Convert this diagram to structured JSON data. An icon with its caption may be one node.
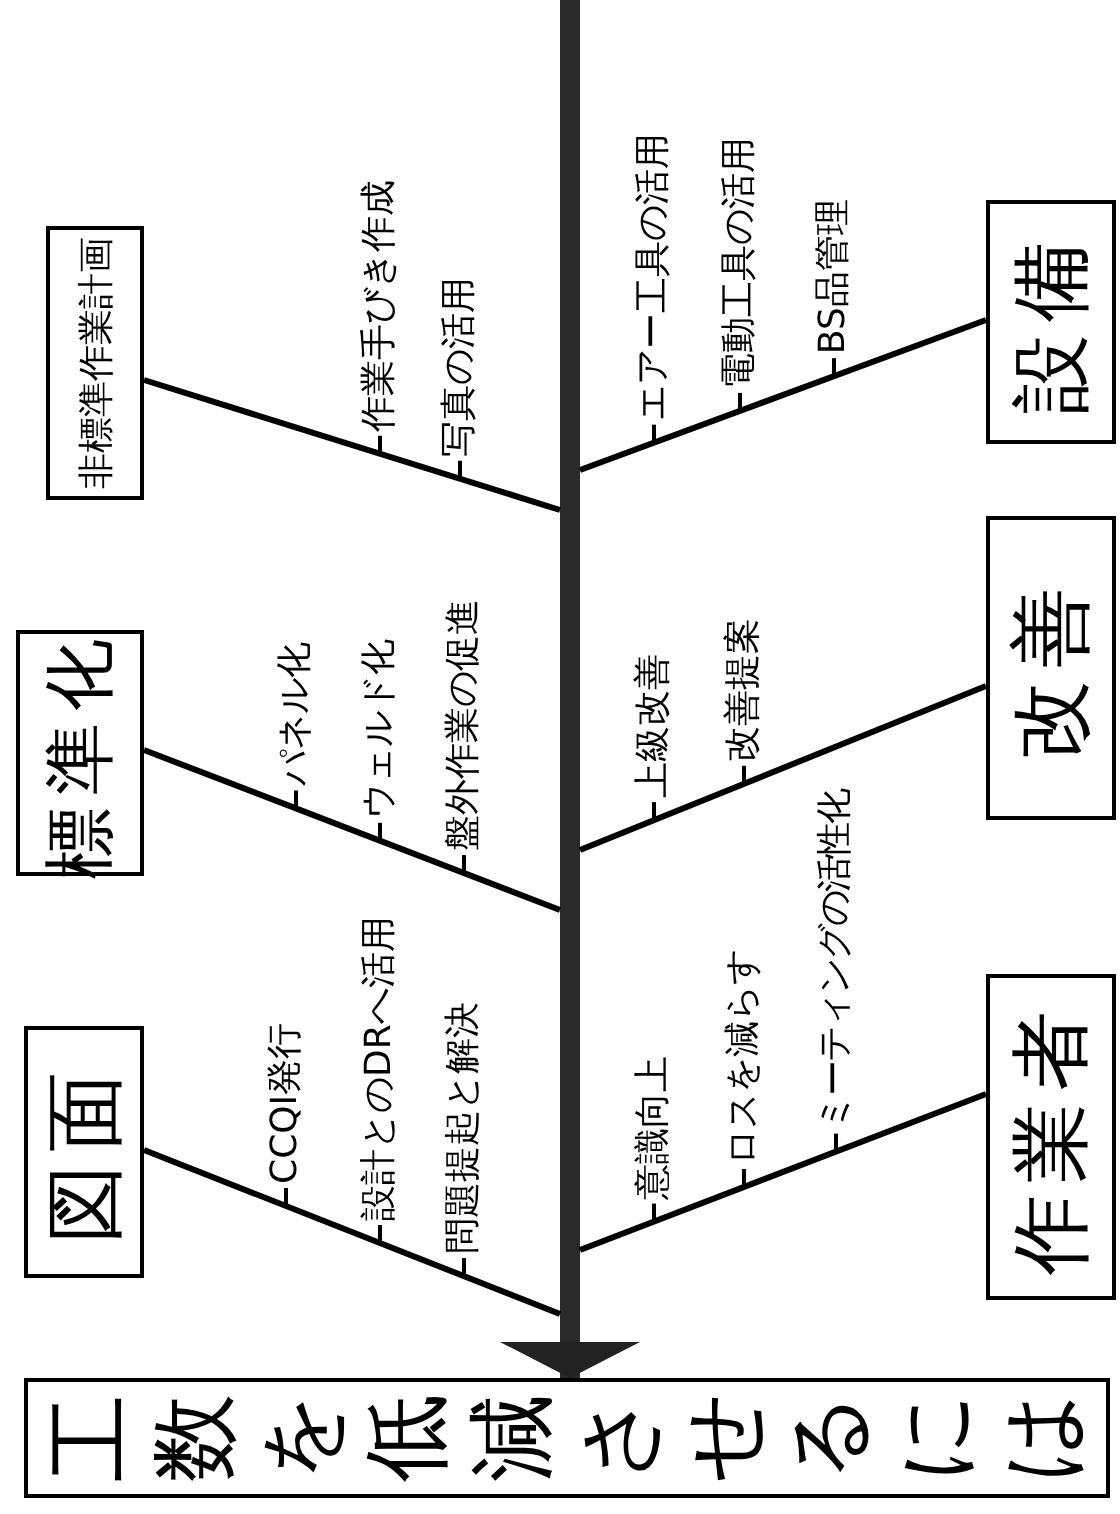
{
  "diagram": {
    "nodes": [
      {
        "text": [
          "工数を低減させるには"
        ]
      },
      {
        "text": [
          "図面"
        ]
      },
      {
        "text": [
          "標準化"
        ]
      },
      {
        "text": [
          "非標準作業計画"
        ]
      },
      {
        "text": [
          "作業者"
        ]
      },
      {
        "text": [
          "改善"
        ]
      },
      {
        "text": [
          "設備"
        ]
      }
    ],
    "edges": [
      {
        "from": null,
        "to": 0,
        "arrow": "to",
        "style": "thick"
      },
      {
        "from": 1,
        "to": null,
        "arrow": "none"
      },
      {
        "from": 2,
        "to": null,
        "arrow": "none"
      },
      {
        "from": 3,
        "to": null,
        "arrow": "none"
      },
      {
        "from": 4,
        "to": null,
        "arrow": "none"
      },
      {
        "from": 5,
        "to": null,
        "arrow": "none"
      },
      {
        "from": 6,
        "to": null,
        "arrow": "none"
      }
    ],
    "labels": [
      "作業手びき作成",
      "写真の活用",
      "パネル化",
      "ウェルド化",
      "盤外作業の促進",
      "CCQI発行",
      "設計とのDRへ活用",
      "問題提起と解決",
      "エアー工具の活用",
      "電動工具の活用",
      "BS品管理",
      "上級改善",
      "改善提案",
      "意識向上",
      "ロスを減らす",
      "ミーティングの活性化"
    ]
  }
}
